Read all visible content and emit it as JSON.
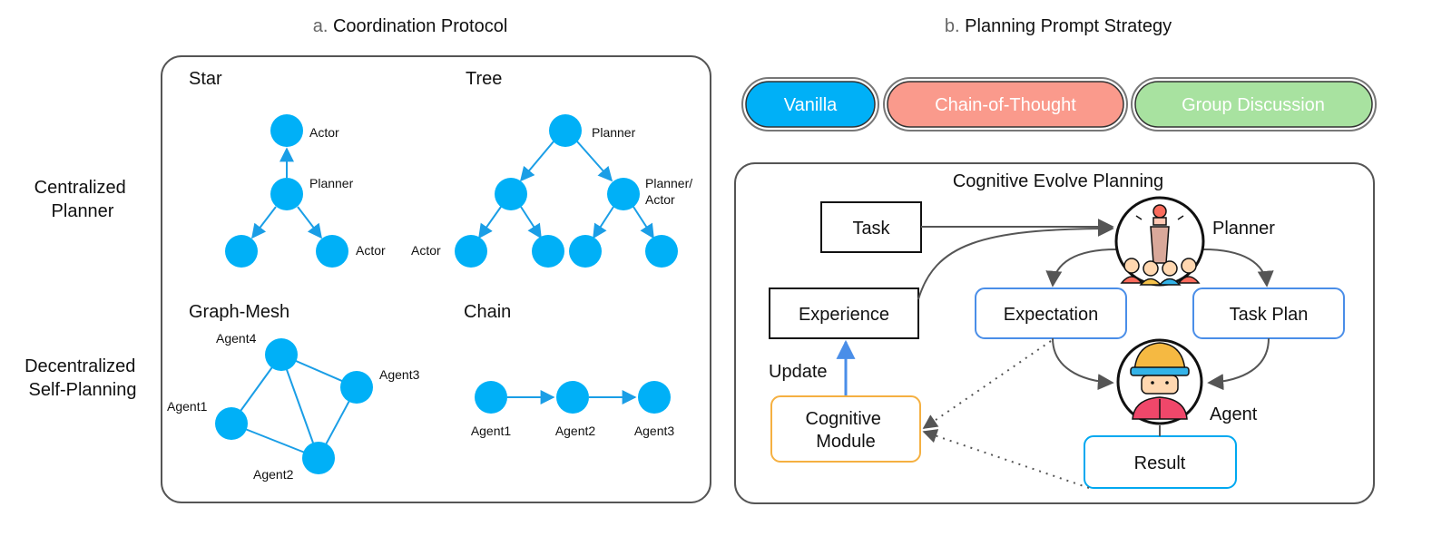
{
  "panel_a": {
    "prefix": "a.",
    "title": "Coordination Protocol",
    "row_labels": {
      "centralized": [
        "Centralized",
        "Planner"
      ],
      "decentralized": [
        "Decentralized",
        "Self-Planning"
      ]
    },
    "star": {
      "title": "Star",
      "top_actor": "Actor",
      "planner": "Planner",
      "right_actor": "Actor"
    },
    "tree": {
      "title": "Tree",
      "planner": "Planner",
      "planner_actor": [
        "Planner/",
        "Actor"
      ],
      "actor": "Actor"
    },
    "mesh": {
      "title": "Graph-Mesh",
      "agent1": "Agent1",
      "agent2": "Agent2",
      "agent3": "Agent3",
      "agent4": "Agent4"
    },
    "chain": {
      "title": "Chain",
      "agent1": "Agent1",
      "agent2": "Agent2",
      "agent3": "Agent3"
    },
    "node_color": "#00b0f7",
    "edge_color": "#1a9ee6"
  },
  "panel_b": {
    "prefix": "b.",
    "title": "Planning Prompt Strategy",
    "strategies": [
      {
        "label": "Vanilla",
        "color": "#00b0f7"
      },
      {
        "label": "Chain-of-Thought",
        "color": "#fa9a8c"
      },
      {
        "label": "Group Discussion",
        "color": "#a8e2a0"
      }
    ],
    "cep": {
      "title": "Cognitive Evolve Planning",
      "task": "Task",
      "experience": "Experience",
      "update": "Update",
      "cognitive_module": [
        "Cognitive",
        "Module"
      ],
      "planner": "Planner",
      "expectation": "Expectation",
      "task_plan": "Task Plan",
      "agent": "Agent",
      "result": "Result",
      "blue_border": "#4a8ee8",
      "orange_border": "#f5b041"
    }
  }
}
